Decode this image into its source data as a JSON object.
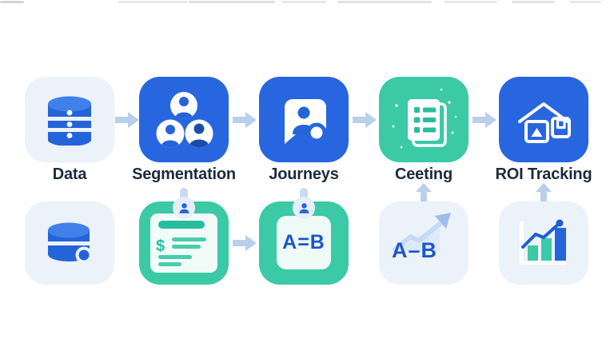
{
  "colors": {
    "blue": "#2766df",
    "teal": "#3cc9a6",
    "light_tile": "#ecf2fa",
    "icon_blue": "#2563d9",
    "dark_person": "#1b4da8",
    "arrow": "#b9cfeb",
    "connector": "#c9daf0",
    "bubble_bg": "#e6eefa",
    "label_text": "#1c2b3d",
    "card_teal": "#27bd9e",
    "card_teal_light": "#49ccac",
    "ab_blue": "#1d56c8"
  },
  "diagram": {
    "steps": [
      {
        "label": "Data",
        "icon": "database-icon",
        "tile": "light"
      },
      {
        "label": "Segmentation",
        "icon": "users-icon",
        "tile": "blue"
      },
      {
        "label": "Journeys",
        "icon": "chat-user-icon",
        "tile": "blue"
      },
      {
        "label": "Ceeting",
        "icon": "document-list-icon",
        "tile": "teal"
      },
      {
        "label": "ROI Tracking",
        "icon": "home-widgets-icon",
        "tile": "blue"
      }
    ],
    "detail_tiles": [
      {
        "icon": "database-tag-icon",
        "tile": "light"
      },
      {
        "icon": "invoice-card-icon",
        "tile": "teal",
        "text": "$"
      },
      {
        "icon": "ab-equal-icon",
        "tile": "teal",
        "text": "A=B"
      },
      {
        "icon": "ab-trend-icon",
        "tile": "light",
        "text": "A–B"
      },
      {
        "icon": "bar-chart-icon",
        "tile": "light"
      }
    ],
    "connectors": [
      "arrow-right-data-to-segmentation",
      "arrow-right-segmentation-to-journeys",
      "arrow-right-journeys-to-ceeting",
      "arrow-right-ceeting-to-roi",
      "person-pin-below-segmentation",
      "person-pin-below-journeys",
      "arrow-up-to-ceeting",
      "arrow-up-to-roi",
      "arrow-right-bottom-row"
    ]
  }
}
